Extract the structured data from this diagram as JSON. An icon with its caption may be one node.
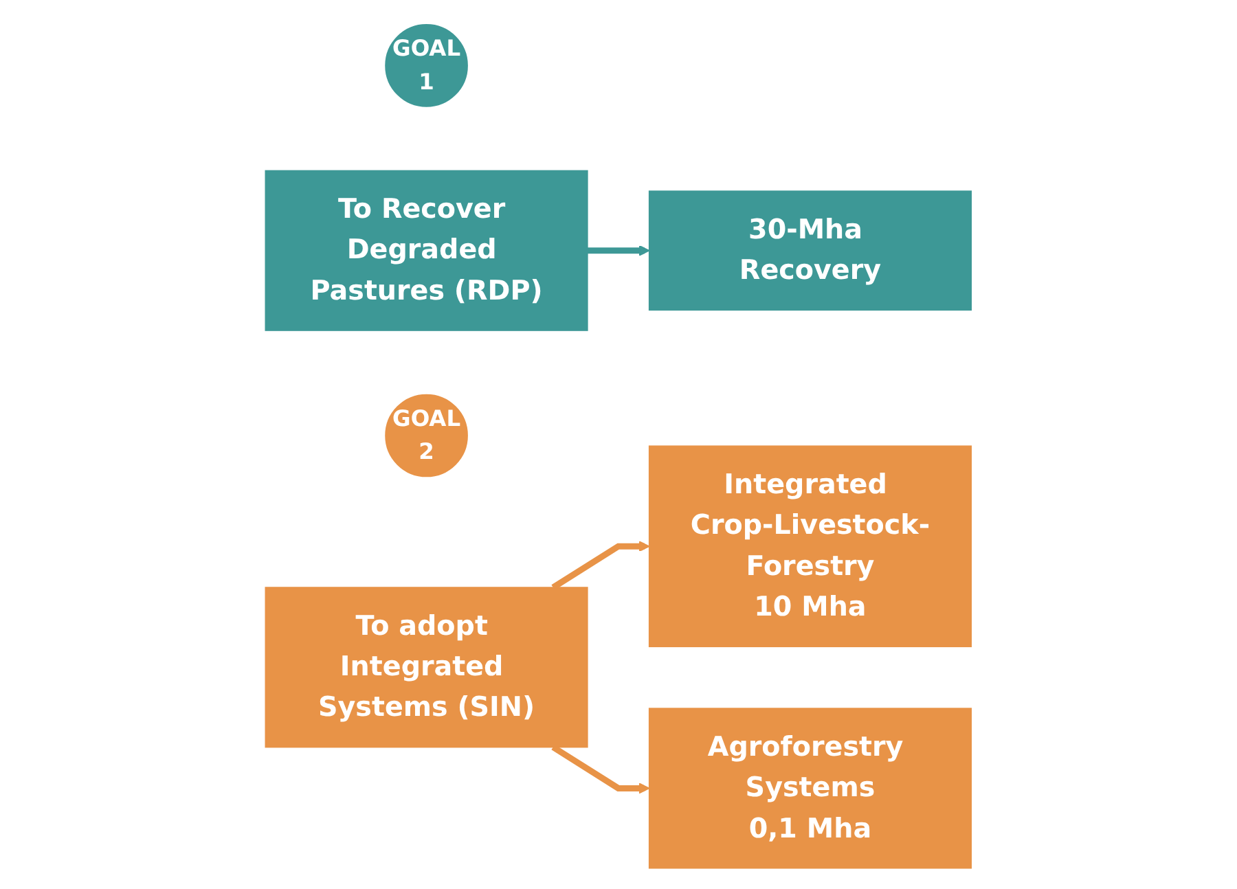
{
  "diagram": {
    "nodes": [
      {
        "text": [
          "GOAL",
          "1"
        ]
      },
      {
        "text": [
          "To Recover Degraded Pastures (RDP)"
        ]
      },
      {
        "text": [
          "30-Mha Recovery"
        ]
      },
      {
        "text": [
          "GOAL",
          "2"
        ]
      },
      {
        "text": [
          "To adopt Integrated Systems (SIN)"
        ]
      },
      {
        "text": [
          "Integrated Crop-Livestock-Forestry",
          "10 Mha"
        ]
      },
      {
        "text": [
          "Agroforestry Systems",
          "0,1 Mha"
        ]
      }
    ],
    "edges": [
      {
        "from": 1,
        "to": 2,
        "arrow": "to",
        "color": "#3d9896"
      },
      {
        "from": 4,
        "to": 5,
        "arrow": "to"
      },
      {
        "from": 4,
        "to": 6,
        "arrow": "to"
      }
    ]
  }
}
